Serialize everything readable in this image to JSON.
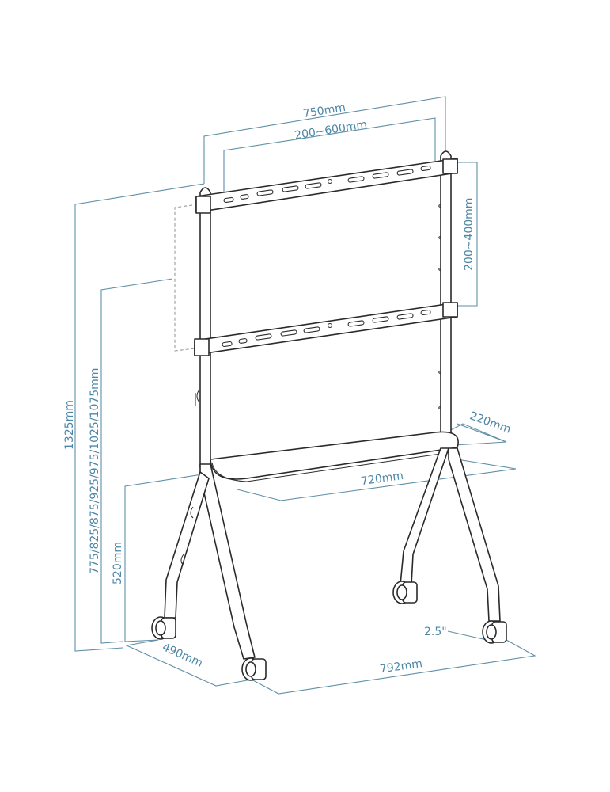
{
  "diagram": {
    "subject": "Mobile TV floor stand with shelf and casters",
    "line_color": "#5f8fa8",
    "label_color": "#4d87a6",
    "part_color": "#2a2a2a",
    "dimensions": {
      "overall_width": "750mm",
      "vesa_horizontal": "200~600mm",
      "vesa_vertical": "200~400mm",
      "overall_height": "1325mm",
      "mount_heights": "775/825/875/925/975/1025/1075mm",
      "shelf_depth": "220mm",
      "shelf_width": "720mm",
      "shelf_height": "520mm",
      "base_depth": "490mm",
      "base_width": "792mm",
      "caster_size": "2.5\""
    }
  }
}
